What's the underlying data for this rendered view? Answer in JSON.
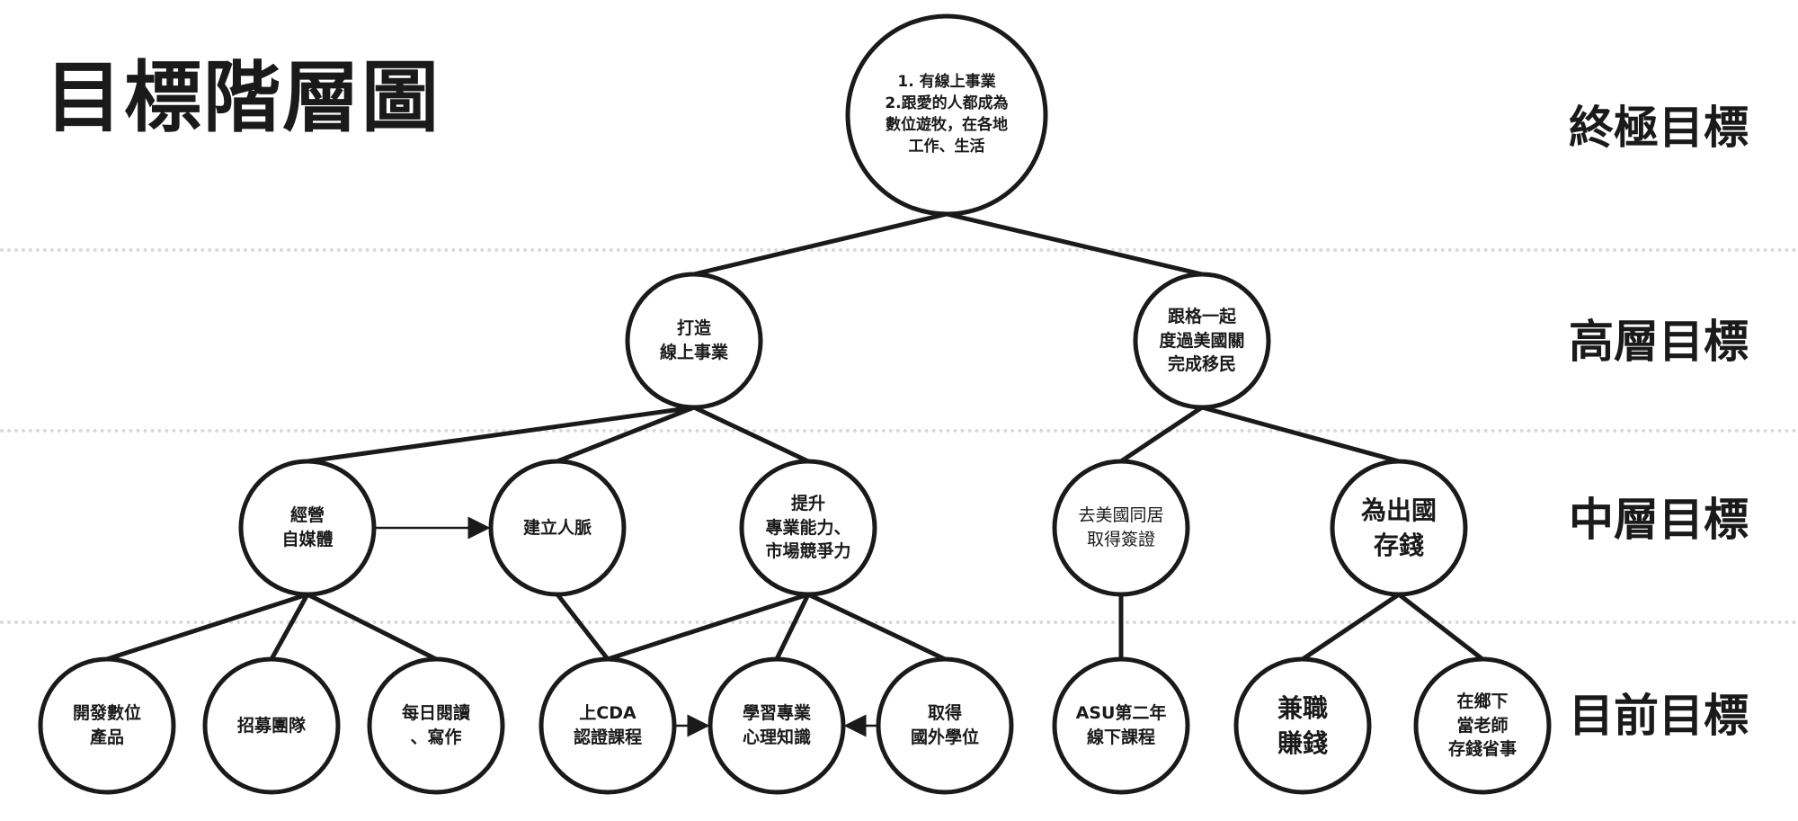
{
  "title": "目標階層圖",
  "levels": [
    "終極目標",
    "高層目標",
    "中層目標",
    "目前目標"
  ],
  "nodes": {
    "ultimate": "1. 有線上事業\n2.跟愛的人都成為\n數位遊牧，在各地\n工作、生活",
    "online_business": "打造\n線上事業",
    "immigrate": "跟格一起\n度過美國關\n完成移民",
    "self_media": "經營\n自媒體",
    "network": "建立人脈",
    "skills": "提升\n專業能力、\n市場競爭力",
    "visa": "去美國同居\n取得簽證",
    "save_money": "為出國\n存錢",
    "digital_product": "開發數位\n產品",
    "team": "招募團隊",
    "reading": "每日閱讀\n、寫作",
    "cda": "上CDA\n認證課程",
    "psychology": "學習專業\n心理知識",
    "degree": "取得\n國外學位",
    "asu": "ASU第二年\n線下課程",
    "parttime": "兼職\n賺錢",
    "teacher": "在鄉下\n當老師\n存錢省事"
  }
}
